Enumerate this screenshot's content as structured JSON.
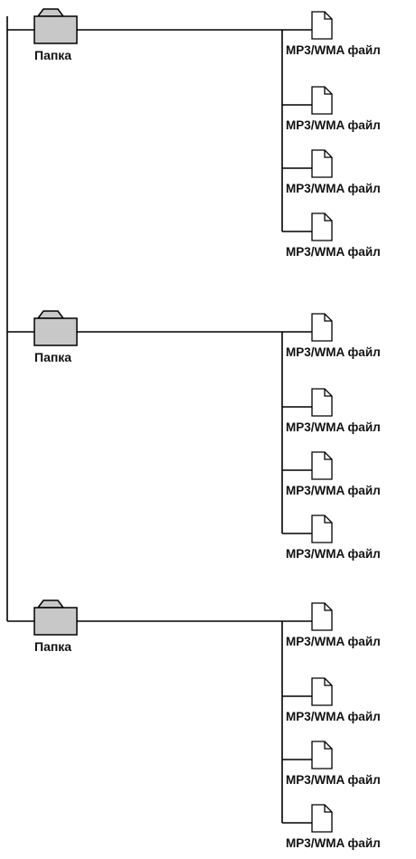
{
  "tree": {
    "folders": [
      {
        "label": "Папка",
        "files": [
          "MP3/WMA файл",
          "MP3/WMA файл",
          "MP3/WMA файл",
          "MP3/WMA файл"
        ]
      },
      {
        "label": "Папка",
        "files": [
          "MP3/WMA файл",
          "MP3/WMA файл",
          "MP3/WMA файл",
          "MP3/WMA файл"
        ]
      },
      {
        "label": "Папка",
        "files": [
          "MP3/WMA файл",
          "MP3/WMA файл",
          "MP3/WMA файл",
          "MP3/WMA файл"
        ]
      }
    ]
  },
  "colors": {
    "folder_fill": "#c8c8c8",
    "line": "#000000",
    "file_fill": "#ffffff"
  },
  "icons": {
    "folder": "folder-icon",
    "file": "file-icon"
  }
}
